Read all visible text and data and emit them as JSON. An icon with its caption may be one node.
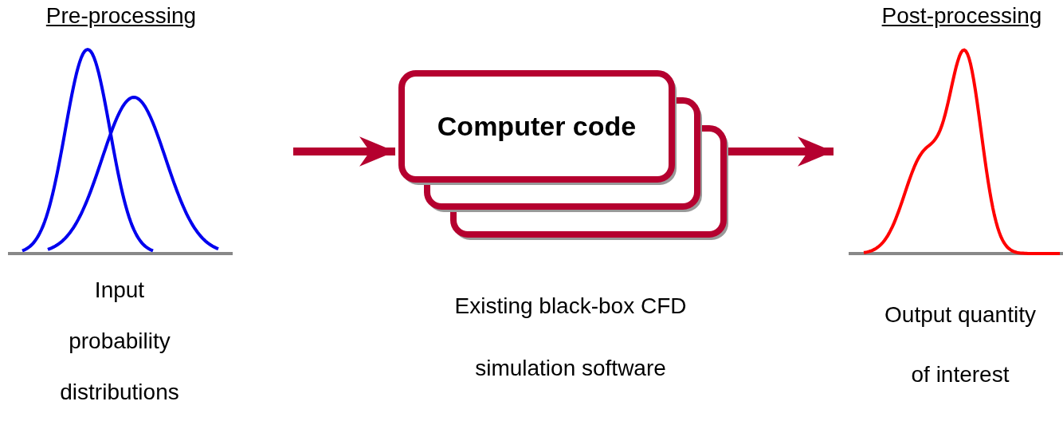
{
  "diagram": {
    "nodes": [
      {
        "text": [],
        "shape": "picture",
        "beside": [
          "Pre-processing",
          "Input probability distributions"
        ]
      },
      {
        "text": [
          "Computer code"
        ],
        "beside": [
          "Existing black-box CFD simulation software"
        ]
      },
      {
        "text": [],
        "shape": "picture",
        "beside": [
          "Post-processing",
          "Output quantity of interest"
        ]
      }
    ],
    "edges": [
      {
        "from": null,
        "to": 1,
        "arrow": "to"
      },
      {
        "from": 1,
        "to": 2,
        "arrow": "to"
      }
    ]
  }
}
